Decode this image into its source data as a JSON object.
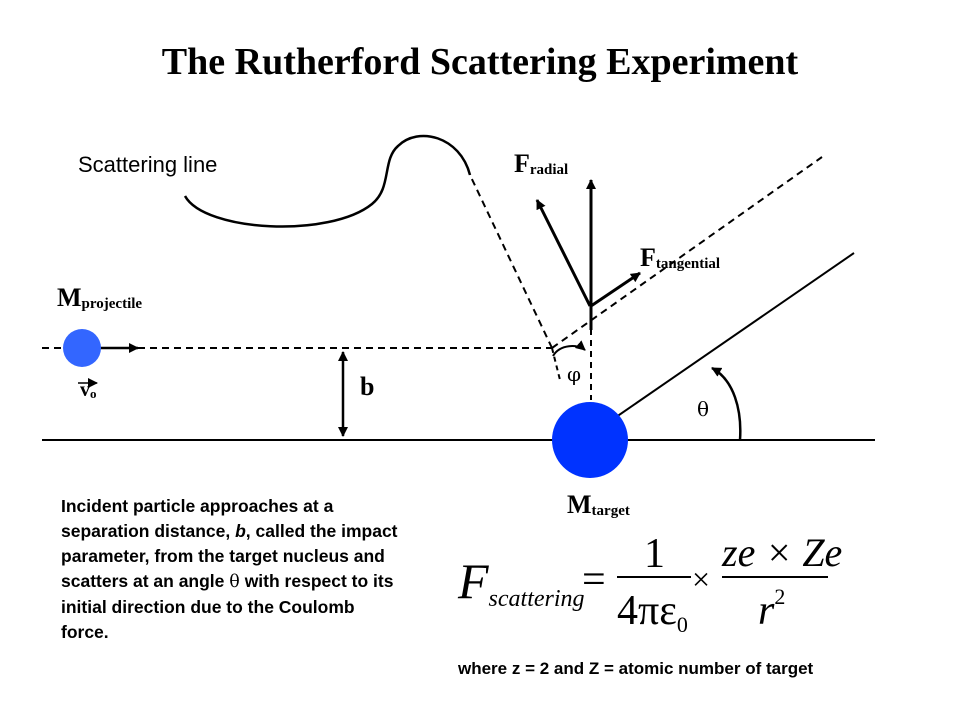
{
  "title": "The Rutherford Scattering Experiment",
  "labels": {
    "scattering_line": "Scattering line",
    "f_radial_main": "F",
    "f_radial_sub": "radial",
    "f_tangential_main": "F",
    "f_tangential_sub": "tangential",
    "m_projectile_main": "M",
    "m_projectile_sub": "projectile",
    "m_target_main": "M",
    "m_target_sub": "target",
    "v0_main": "v",
    "v0_sub": "o",
    "impact_b": "b",
    "phi": "φ",
    "theta": "θ"
  },
  "caption": {
    "part1": "Incident particle approaches at a separation distance, ",
    "b": "b",
    "part2": ", called the impact parameter, from the target nucleus and scatters at an angle ",
    "theta": "θ",
    "part3": " with respect to its initial direction due to the Coulomb force."
  },
  "formula": {
    "lhs_main": "F",
    "lhs_sub": "scattering",
    "equals": "=",
    "frac1_num": "1",
    "frac1_den_prefix": "4πε",
    "frac1_den_sub": "0",
    "times": "×",
    "frac2_num": "ze × Ze",
    "frac2_den_base": "r",
    "frac2_den_exp": "2"
  },
  "where_note": "where z = 2 and Z = atomic number of target",
  "colors": {
    "particle": "#3366ff",
    "target": "#0033ff",
    "ink": "#000000"
  }
}
